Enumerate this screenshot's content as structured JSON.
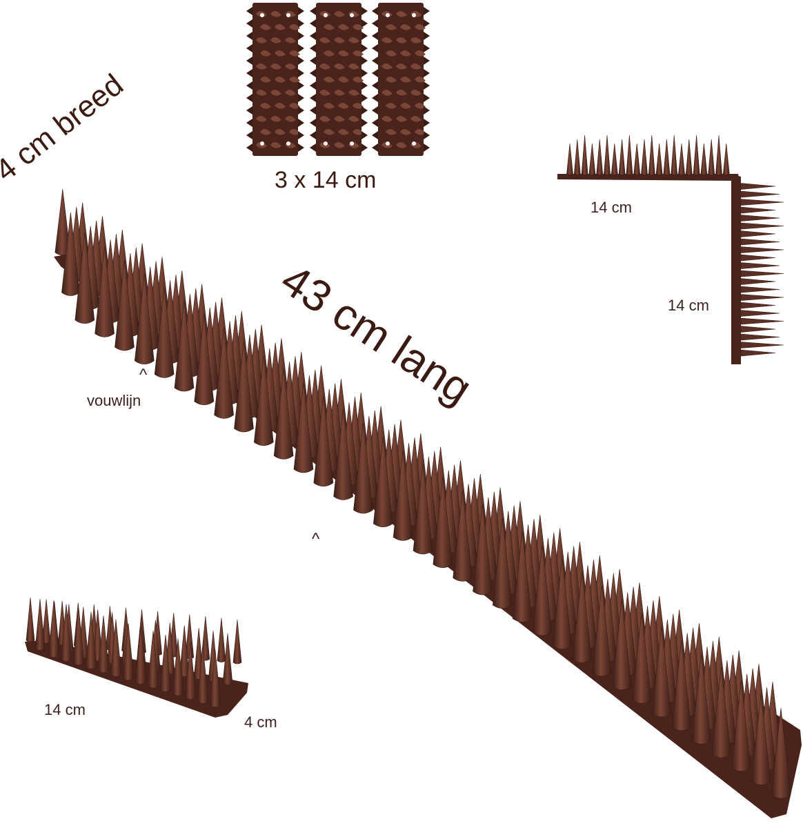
{
  "colors": {
    "spike_dark": "#3b1d16",
    "spike_mid": "#5a2f25",
    "spike_light": "#7a4636",
    "base": "#4a241c",
    "label_text": "#3a1a12"
  },
  "labels": {
    "top_dimension": "3 x 14 cm",
    "width_label": "4 cm breed",
    "length_label": "43 cm lang",
    "fold_line": "vouwlijn",
    "fold_mark_1": "^",
    "fold_mark_2": "^",
    "corner_horizontal": "14 cm",
    "corner_vertical": "14 cm",
    "piece_length": "14 cm",
    "piece_width": "4 cm"
  }
}
